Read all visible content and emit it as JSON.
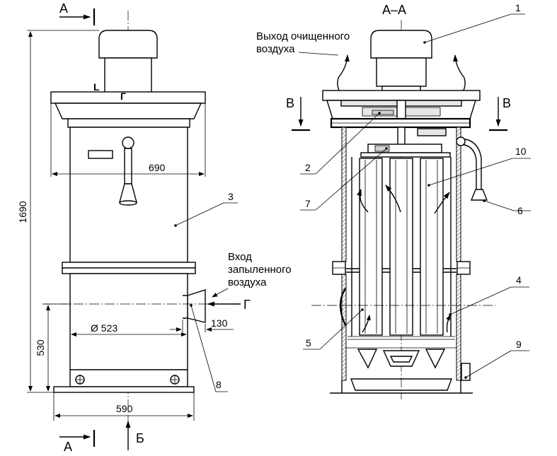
{
  "left_view": {
    "section_mark_top": "А",
    "section_mark_bottom": "А",
    "view_mark_bottom": "Б",
    "view_mark_right": "Г",
    "dim_height_total": "1690",
    "dim_height_inlet": "530",
    "dim_width_top": "690",
    "dim_diameter": "Ø 523",
    "dim_base_width": "590",
    "dim_inlet_length": "130",
    "inlet_caption": [
      "Вход",
      "запыленного",
      "воздуха"
    ],
    "callouts": [
      "3",
      "8"
    ],
    "corner_marks": [
      "L",
      "Г"
    ]
  },
  "right_view": {
    "section_title": "А–А",
    "section_mark_left": "В",
    "section_mark_right": "В",
    "outlet_caption": [
      "Выход очищенного",
      "воздуха"
    ],
    "callouts": [
      "1",
      "2",
      "7",
      "10",
      "6",
      "4",
      "5",
      "9"
    ]
  }
}
